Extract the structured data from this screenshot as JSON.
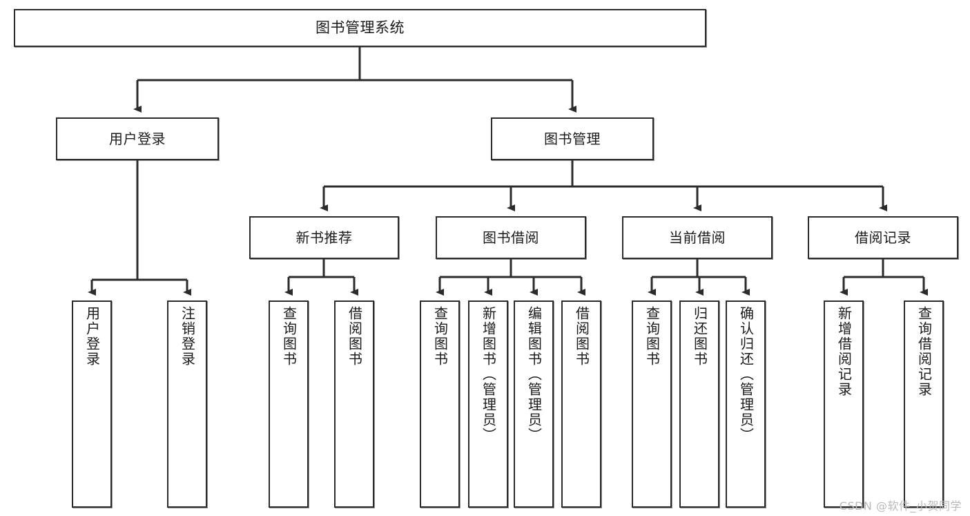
{
  "diagram": {
    "type": "tree",
    "title": "图书管理系统",
    "orientation": "top-down",
    "edge_style": "orthogonal-arrow",
    "colors": {
      "box_border": "#2b2b2b",
      "box_fill": "#ffffff",
      "edge": "#2b2b2b",
      "text": "#1a1a1a",
      "watermark": "#b9b9b9"
    }
  },
  "nodes": {
    "root": {
      "label": "图书管理系统"
    },
    "level2": [
      {
        "id": "user-login",
        "label": "用户登录"
      },
      {
        "id": "book-manage",
        "label": "图书管理"
      }
    ],
    "level3": [
      {
        "id": "new-book-rec",
        "label": "新书推荐"
      },
      {
        "id": "book-borrow",
        "label": "图书借阅"
      },
      {
        "id": "current-borrow",
        "label": "当前借阅"
      },
      {
        "id": "borrow-record",
        "label": "借阅记录"
      }
    ],
    "leaves": {
      "user_login": [
        {
          "id": "leaf-user-login",
          "label": "用户登录"
        },
        {
          "id": "leaf-logout",
          "label": "注销登录"
        }
      ],
      "new_book_rec": [
        {
          "id": "leaf-query-book-1",
          "label": "查询图书"
        },
        {
          "id": "leaf-borrow-book-1",
          "label": "借阅图书"
        }
      ],
      "book_borrow": [
        {
          "id": "leaf-query-book-2",
          "label": "查询图书"
        },
        {
          "id": "leaf-add-book",
          "label": "新增图书（管理员）"
        },
        {
          "id": "leaf-edit-book",
          "label": "编辑图书（管理员）"
        },
        {
          "id": "leaf-borrow-book-2",
          "label": "借阅图书"
        }
      ],
      "current_borrow": [
        {
          "id": "leaf-query-book-3",
          "label": "查询图书"
        },
        {
          "id": "leaf-return-book",
          "label": "归还图书"
        },
        {
          "id": "leaf-confirm-return",
          "label": "确认归还（管理员）"
        }
      ],
      "borrow_record": [
        {
          "id": "leaf-add-record",
          "label": "新增借阅记录"
        },
        {
          "id": "leaf-query-record",
          "label": "查询借阅记录"
        }
      ]
    }
  },
  "watermark": {
    "text": "CSDN @软件_小贺同学"
  }
}
